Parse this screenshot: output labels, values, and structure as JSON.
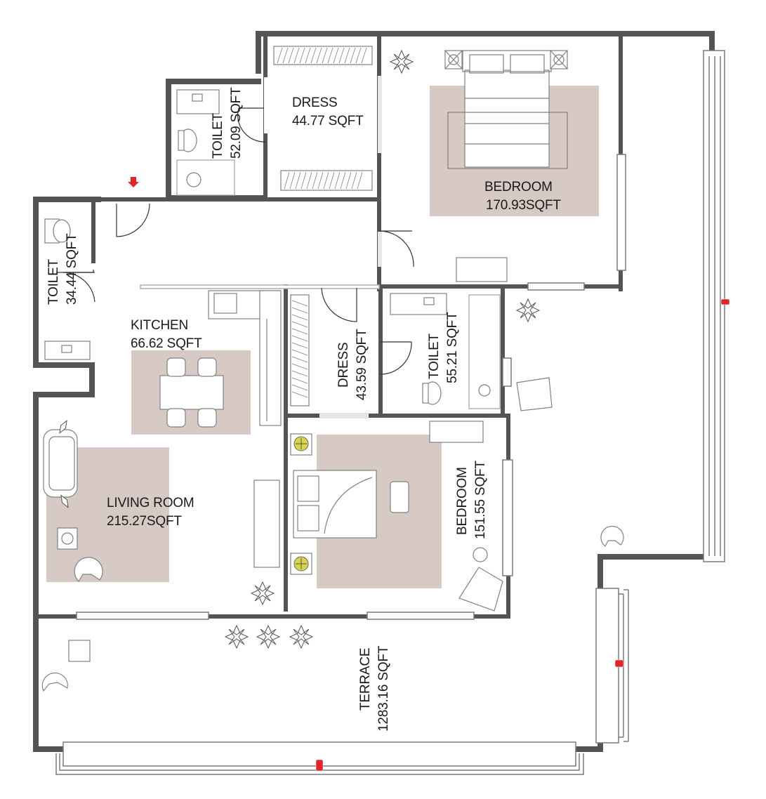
{
  "rooms": {
    "dress_top": {
      "name": "DRESS",
      "area": "44.77 SQFT"
    },
    "toilet_top": {
      "name": "TOILET",
      "area": "52.09 SQFT"
    },
    "master_bedroom": {
      "name": "BEDROOM",
      "area": "170.93SQFT"
    },
    "toilet_left": {
      "name": "TOILET",
      "area": "34.44 SQFT"
    },
    "kitchen": {
      "name": "KITCHEN",
      "area": "66.62 SQFT"
    },
    "dress_mid": {
      "name": "DRESS",
      "area": "43.59 SQFT"
    },
    "toilet_mid": {
      "name": "TOILET",
      "area": "55.21 SQFT"
    },
    "living_room": {
      "name": "LIVING ROOM",
      "area": "215.27SQFT"
    },
    "bedroom_2": {
      "name": "BEDROOM",
      "area": "151.55 SQFT"
    },
    "terrace": {
      "name": "TERRACE",
      "area": "1283.16 SQFT"
    }
  },
  "colors": {
    "wall": "#545454",
    "rug": "#d7c9c4",
    "fixture": "#808080",
    "marker": "#e0262a",
    "glass": "#c8c8c8"
  },
  "icons": [
    "entry-arrow-icon",
    "plant-icon",
    "lamp-icon",
    "window-marker-icon"
  ]
}
